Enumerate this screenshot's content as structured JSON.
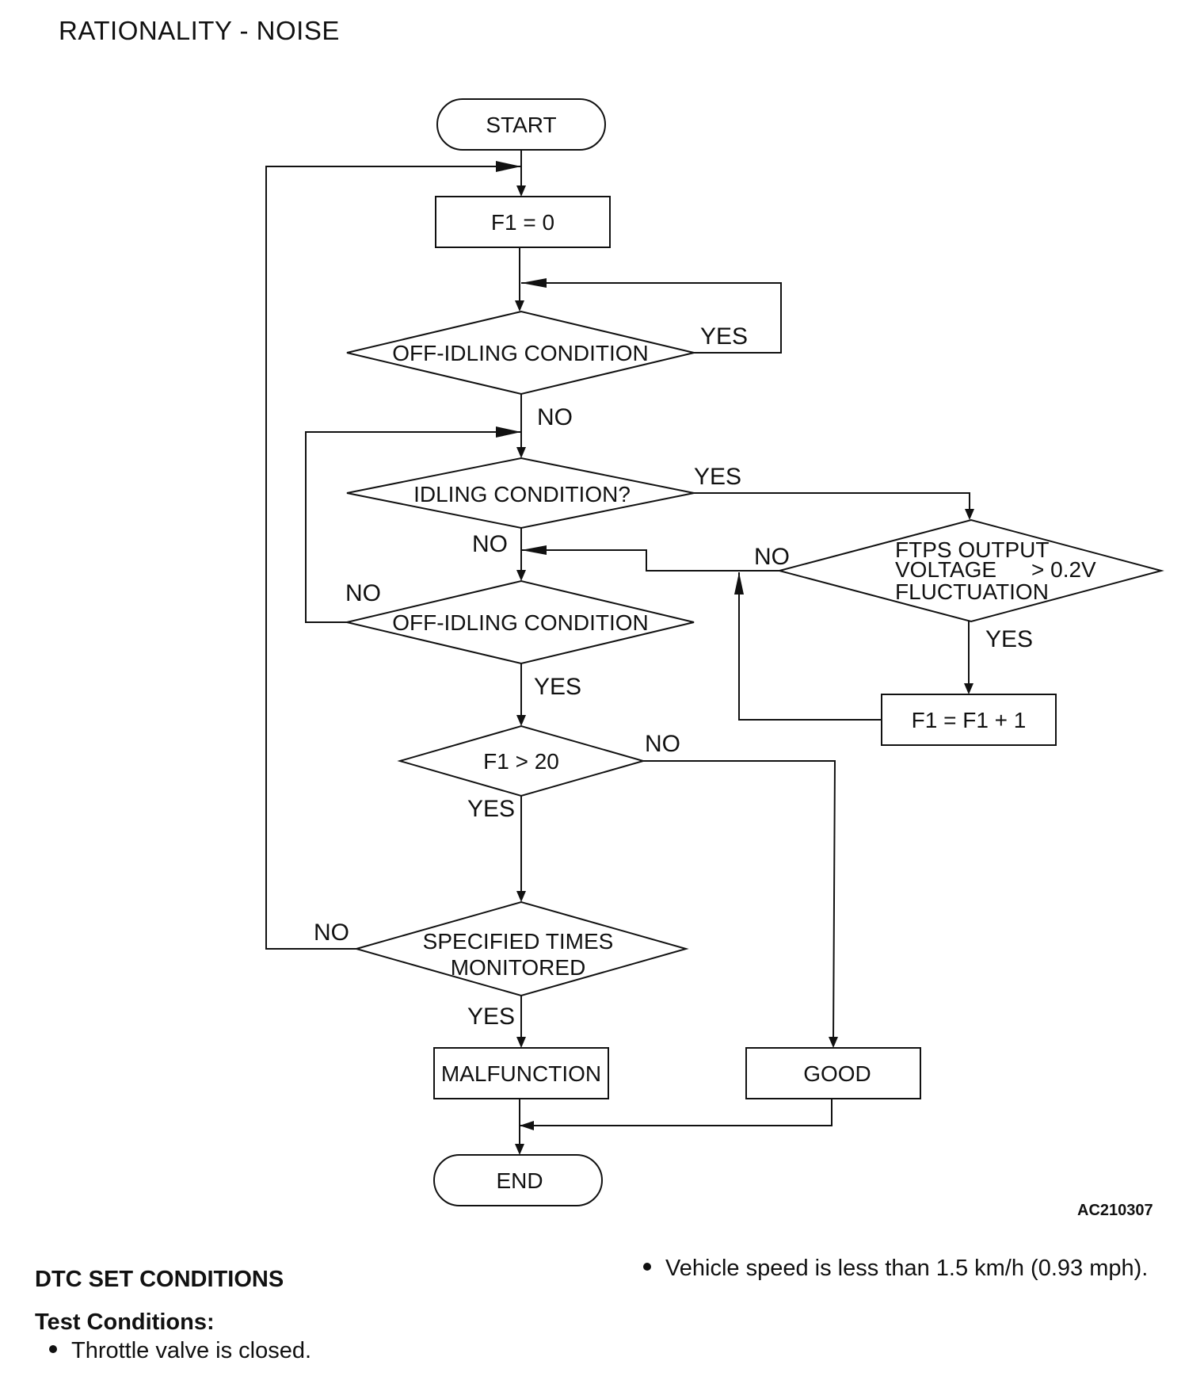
{
  "title": "RATIONALITY - NOISE",
  "figure_id": "AC210307",
  "nodes": {
    "start": "START",
    "f1_zero": "F1 = 0",
    "off_idling_1": "OFF-IDLING CONDITION",
    "idling": "IDLING CONDITION?",
    "off_idling_2": "OFF-IDLING CONDITION",
    "ftps": [
      "FTPS OUTPUT",
      "VOLTAGE",
      "> 0.2V",
      "FLUCTUATION"
    ],
    "f1_inc": "F1 = F1 + 1",
    "f1_gt20": "F1 > 20",
    "specified": [
      "SPECIFIED TIMES",
      "MONITORED"
    ],
    "malfunction": "MALFUNCTION",
    "good": "GOOD",
    "end": "END"
  },
  "edge_labels": {
    "off1_yes": "YES",
    "off1_no": "NO",
    "idling_yes": "YES",
    "idling_no": "NO",
    "ftps_no": "NO",
    "ftps_yes": "YES",
    "off2_no": "NO",
    "off2_yes": "YES",
    "gt20_no": "NO",
    "gt20_yes": "YES",
    "spec_no": "NO",
    "spec_yes": "YES"
  },
  "dtc": {
    "heading": "DTC SET CONDITIONS",
    "test_heading": "Test Conditions:",
    "bullet_throttle": "Throttle valve is closed.",
    "bullet_speed": "Vehicle speed is less than 1.5 km/h (0.93 mph)."
  }
}
